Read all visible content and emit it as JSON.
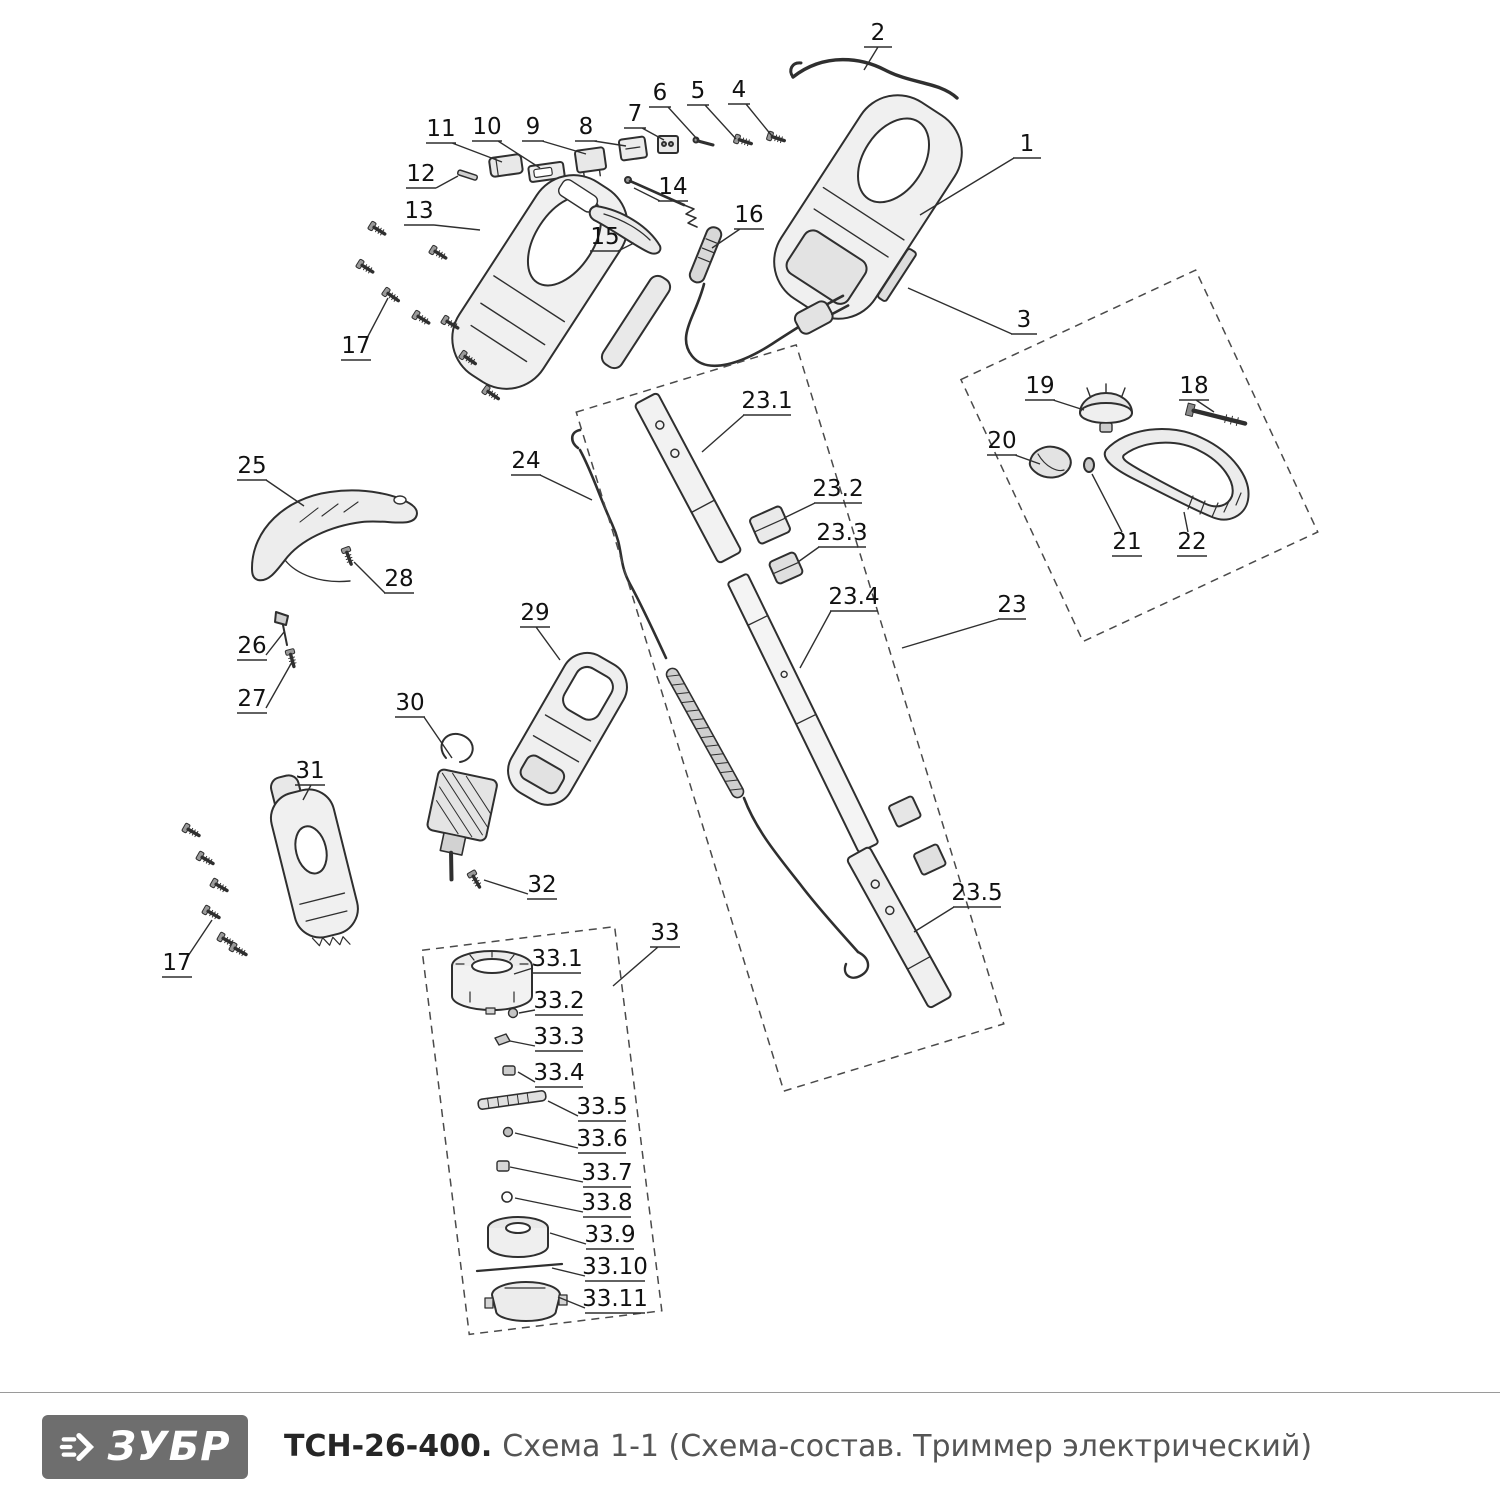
{
  "footer": {
    "brand": "ЗУБР",
    "model": "ТСН-26-400.",
    "subtitle": "Схема 1-1 (Схема-состав. Триммер электрический)"
  },
  "labels": {
    "p1": "1",
    "p2": "2",
    "p3": "3",
    "p4": "4",
    "p5": "5",
    "p6": "6",
    "p7": "7",
    "p8": "8",
    "p9": "9",
    "p10": "10",
    "p11": "11",
    "p12": "12",
    "p13": "13",
    "p14": "14",
    "p15": "15",
    "p16": "16",
    "p17a": "17",
    "p17b": "17",
    "p18": "18",
    "p19": "19",
    "p20": "20",
    "p21": "21",
    "p22": "22",
    "p23": "23",
    "p23_1": "23.1",
    "p23_2": "23.2",
    "p23_3": "23.3",
    "p23_4": "23.4",
    "p23_5": "23.5",
    "p24": "24",
    "p25": "25",
    "p26": "26",
    "p27": "27",
    "p28": "28",
    "p29": "29",
    "p30": "30",
    "p31": "31",
    "p32": "32",
    "p33": "33",
    "p33_1": "33.1",
    "p33_2": "33.2",
    "p33_3": "33.3",
    "p33_4": "33.4",
    "p33_5": "33.5",
    "p33_6": "33.6",
    "p33_7": "33.7",
    "p33_8": "33.8",
    "p33_9": "33.9",
    "p33_10": "33.10",
    "p33_11": "33.11"
  }
}
